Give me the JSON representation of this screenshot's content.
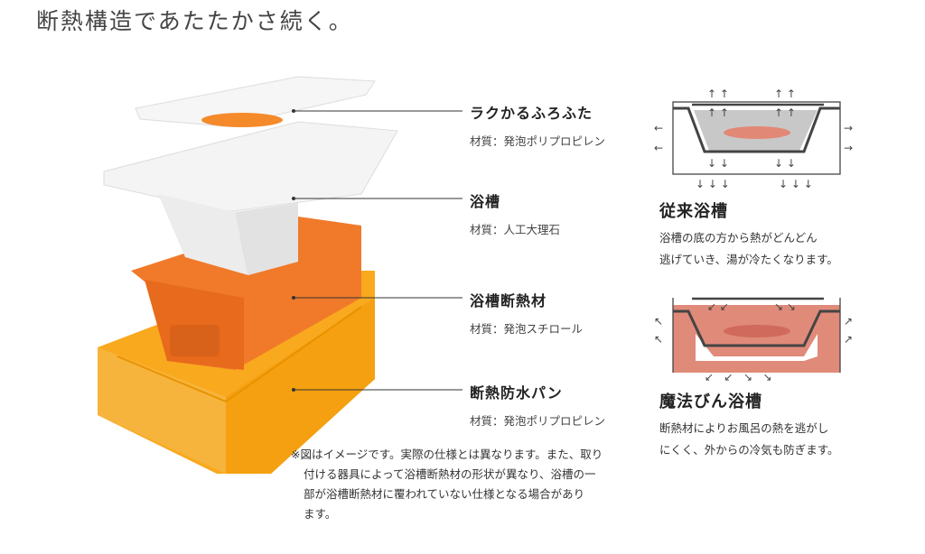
{
  "title": "断熱構造であたたかさ続く。",
  "parts": [
    {
      "name": "ラクかるふろふた",
      "material": "材質：発泡ポリプロピレン"
    },
    {
      "name": "浴槽",
      "material": "材質：人工大理石"
    },
    {
      "name": "浴槽断熱材",
      "material": "材質：発泡スチロール"
    },
    {
      "name": "断熱防水パン",
      "material": "材質：発泡ポリプロピレン"
    }
  ],
  "note": [
    "※図はイメージです。実際の仕様とは異なります。また、取り",
    "付ける器具によって浴槽断熱材の形状が異なり、浴槽の一",
    "部が浴槽断熱材に覆われていない仕様となる場合があり",
    "ます。"
  ],
  "comparison": [
    {
      "name": "従来浴槽",
      "desc": [
        "浴槽の底の方から熱がどんどん",
        "逃げていき、湯が冷たくなります。"
      ]
    },
    {
      "name": "魔法びん浴槽",
      "desc": [
        "断熱材によりお風呂の熱を逃がし",
        "にくく、外からの冷気も防ぎます。"
      ]
    }
  ],
  "colors": {
    "orange": "#f07a2a",
    "yellow": "#f9a91e",
    "pink": "#e08a7a"
  }
}
